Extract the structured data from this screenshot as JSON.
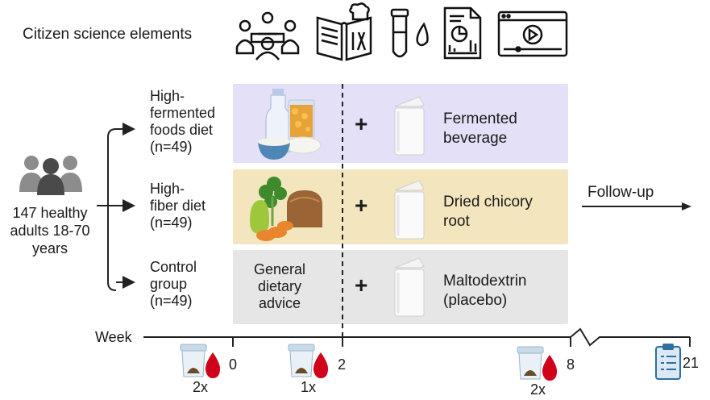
{
  "header": {
    "title": "Citizen science elements",
    "icons": [
      "group-meeting-icon",
      "cookbook-icon",
      "blood-tube-icon",
      "report-icon",
      "video-player-icon"
    ]
  },
  "participants": {
    "icon": "people-group-icon",
    "label_line1": "147 healthy",
    "label_line2": "adults 18-70",
    "label_line3": "years"
  },
  "arms": [
    {
      "label_line1": "High-",
      "label_line2": "fermented",
      "label_line3": "foods diet",
      "label_line4": "(n=49)",
      "color": "#e4e0f7",
      "food_icon": "fermented-foods-icon",
      "plus": "+",
      "supplement_icon": "supplement-sachet-icon",
      "supplement_line1": "Fermented",
      "supplement_line2": "beverage"
    },
    {
      "label_line1": "High-",
      "label_line2": "fiber diet",
      "label_line3": "(n=49)",
      "color": "#f3e6be",
      "food_icon": "fiber-foods-icon",
      "plus": "+",
      "supplement_icon": "supplement-sachet-icon",
      "supplement_line1": "Dried chicory",
      "supplement_line2": "root"
    },
    {
      "label_line1": "Control",
      "label_line2": "group",
      "label_line3": "(n=49)",
      "color": "#e6e6e6",
      "advice_line1": "General",
      "advice_line2": "dietary",
      "advice_line3": "advice",
      "plus": "+",
      "supplement_icon": "supplement-sachet-icon",
      "supplement_line1": "Maltodextrin",
      "supplement_line2": "(placebo)"
    }
  ],
  "followup": "Follow-up",
  "timeline": {
    "label": "Week",
    "ticks": [
      "0",
      "2",
      "8",
      "21"
    ],
    "samples": [
      {
        "icon": "stool-blood-sample-icon",
        "count": "2x"
      },
      {
        "icon": "stool-blood-sample-icon",
        "count": "1x"
      },
      {
        "icon": "stool-blood-sample-icon",
        "count": "2x"
      }
    ],
    "end_icon": "clipboard-questionnaire-icon"
  },
  "colors": {
    "blood": "#d0021b",
    "stool": "#6b4a2a",
    "clipboard": "#2f6f9f"
  }
}
